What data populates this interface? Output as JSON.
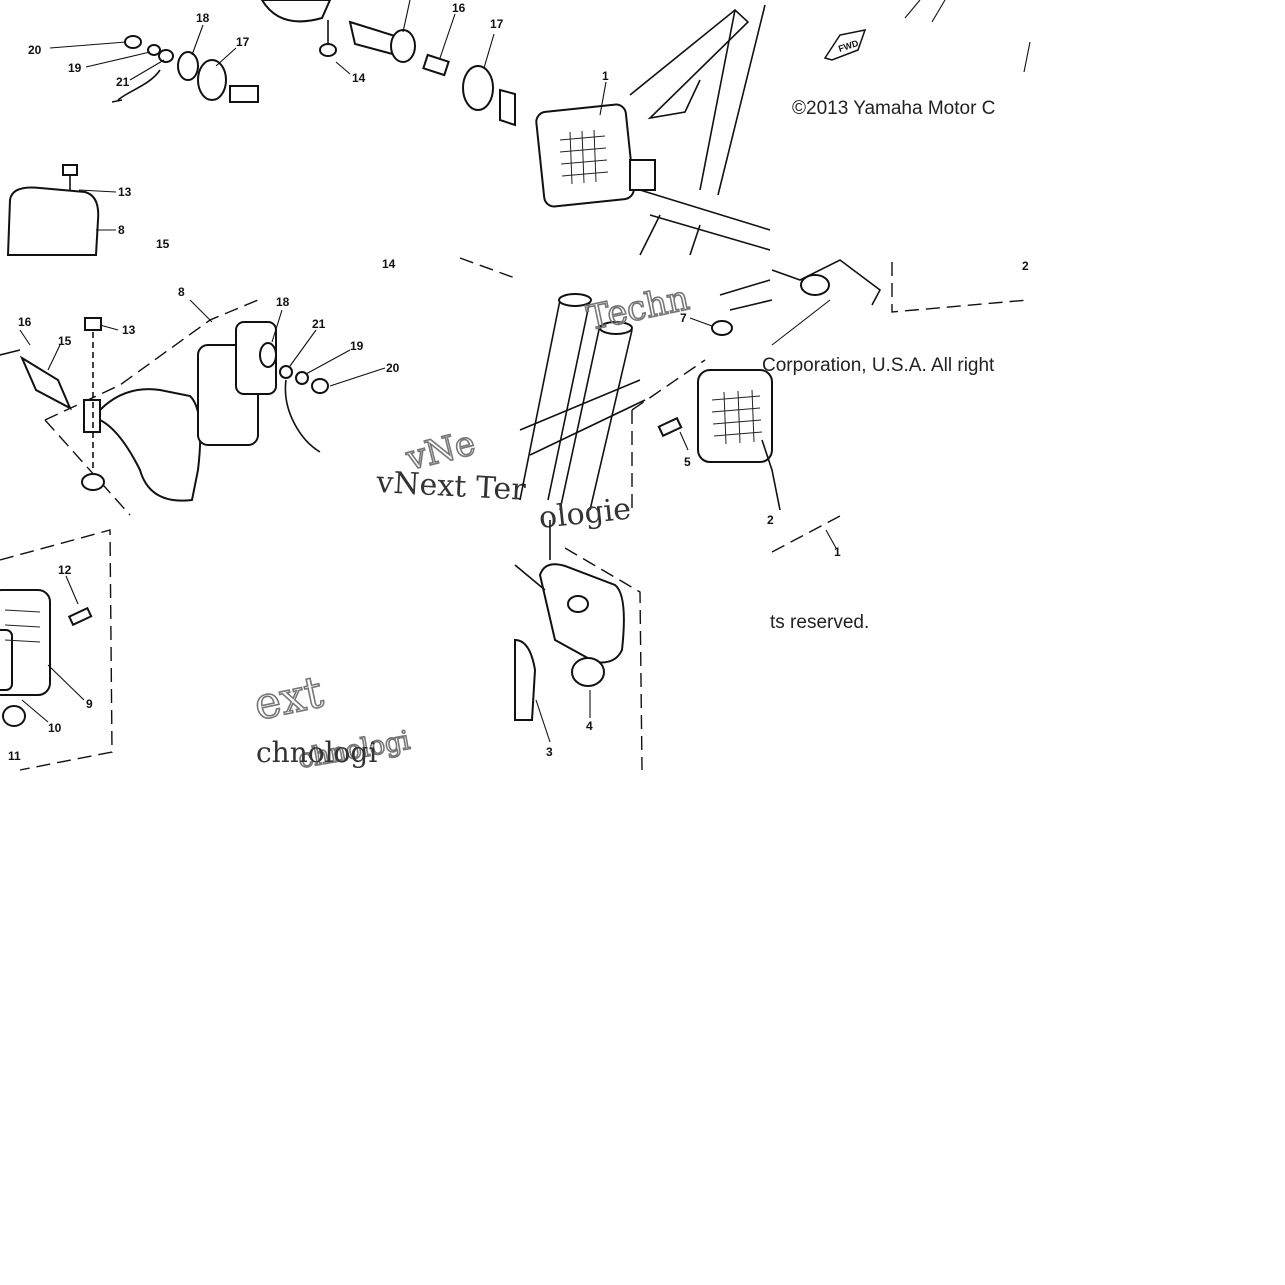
{
  "diagram": {
    "copyright_top": "©2013 Yamaha Motor C",
    "copyright_mid": "Corporation, U.S.A. All right",
    "copyright_bottom": "ts reserved.",
    "watermarks": {
      "wm_techn": "Techn",
      "wm_vnext_ter": "vNext Ter",
      "wm_vne": "vNe",
      "wm_ologie": "ologie",
      "wm_ext": "ext",
      "wm_chnologi": "chnologi",
      "wm_chnologi2": "chnologi"
    },
    "fwd_label": "FWD",
    "callouts": {
      "c20a": "20",
      "c19a": "19",
      "c21a": "21",
      "c18a": "18",
      "c17a": "17",
      "c13a": "13",
      "c8a": "8",
      "c15a": "15",
      "c14top": "14",
      "c16top": "16",
      "c17top": "17",
      "c1top": "1",
      "c14mid": "14",
      "c2edge": "2",
      "c16b": "16",
      "c15b": "15",
      "c13b": "13",
      "c8b": "8",
      "c18b": "18",
      "c21b": "21",
      "c19b": "19",
      "c20b": "20",
      "c7": "7",
      "c5": "5",
      "c2": "2",
      "c1": "1",
      "c12": "12",
      "c9": "9",
      "c10": "10",
      "c11": "11",
      "c3": "3",
      "c4": "4"
    }
  }
}
